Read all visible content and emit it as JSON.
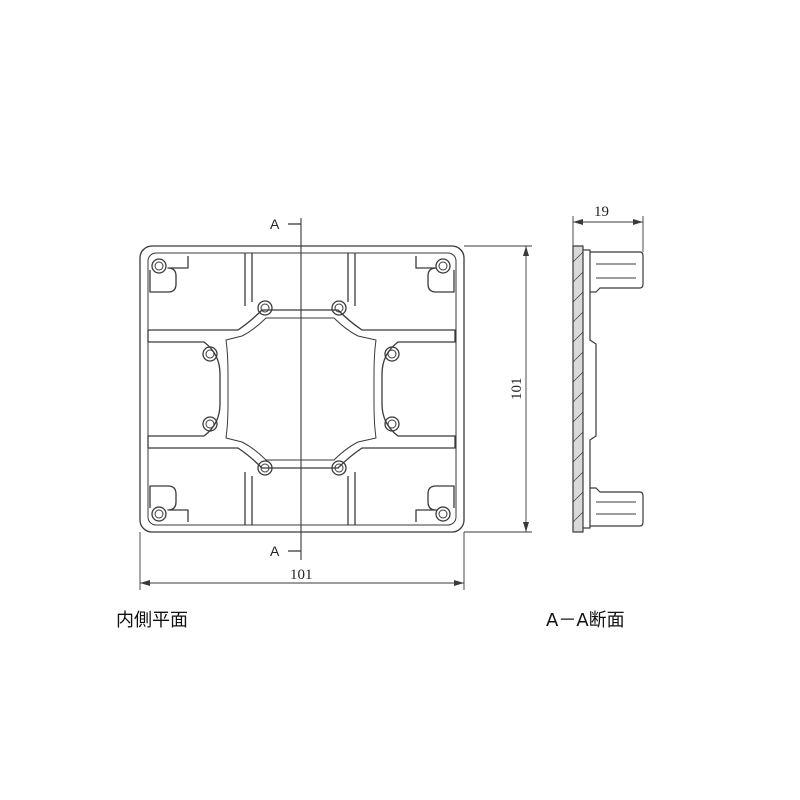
{
  "captions": {
    "plan_view": "内側平面",
    "section_view": "A－A断面"
  },
  "dimensions": {
    "width": "101",
    "height": "101",
    "depth": "19"
  },
  "section_marks": {
    "top": "A",
    "bottom": "A"
  },
  "colors": {
    "line": "#3a3a3a",
    "background": "#ffffff"
  }
}
